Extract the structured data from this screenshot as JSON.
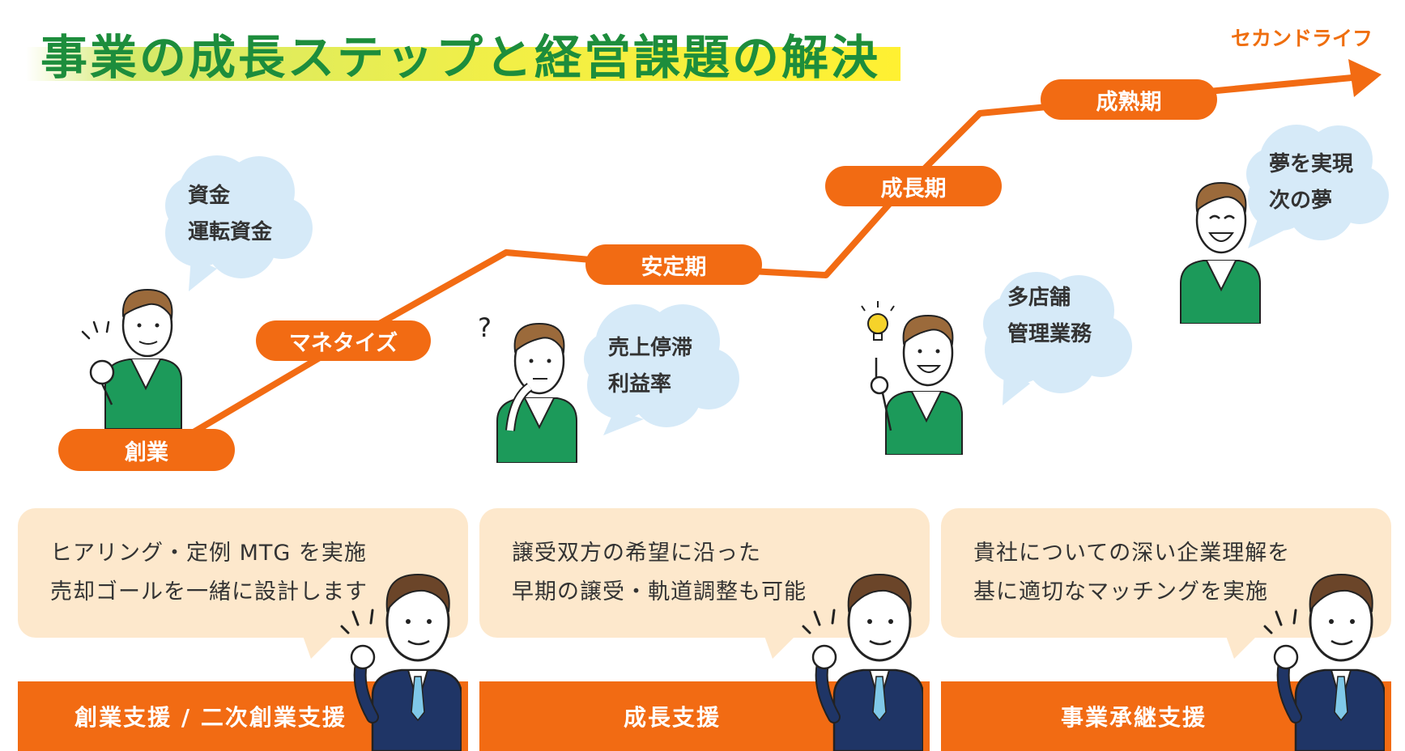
{
  "header": {
    "title": "事業の成長ステップと経営課題の解決",
    "brand": "セカンドライフ"
  },
  "stages": [
    {
      "label": "創業"
    },
    {
      "label": "マネタイズ"
    },
    {
      "label": "安定期"
    },
    {
      "label": "成長期"
    },
    {
      "label": "成熟期"
    }
  ],
  "clouds": [
    {
      "line1": "資金",
      "line2": "運転資金"
    },
    {
      "line1": "売上停滞",
      "line2": "利益率"
    },
    {
      "line1": "多店舗",
      "line2": "管理業務"
    },
    {
      "line1": "夢を実現",
      "line2": "次の夢"
    }
  ],
  "cards": [
    {
      "line1": "ヒアリング・定例 MTG を実施",
      "line2": "売却ゴールを一緒に設計します",
      "bar": "創業支援 / 二次創業支援"
    },
    {
      "line1": "譲受双方の希望に沿った",
      "line2": "早期の譲受・軌道調整も可能",
      "bar": "成長支援"
    },
    {
      "line1": "貴社についての深い企業理解を",
      "line2": "基に適切なマッチングを実施",
      "bar": "事業承継支援"
    }
  ],
  "colors": {
    "orange": "#f26b13",
    "green_title": "#1d8d3c",
    "cloud": "#d6eaf8",
    "card": "#fde8cc",
    "cardigan": "#1c9a5a",
    "suit": "#1f3566"
  }
}
